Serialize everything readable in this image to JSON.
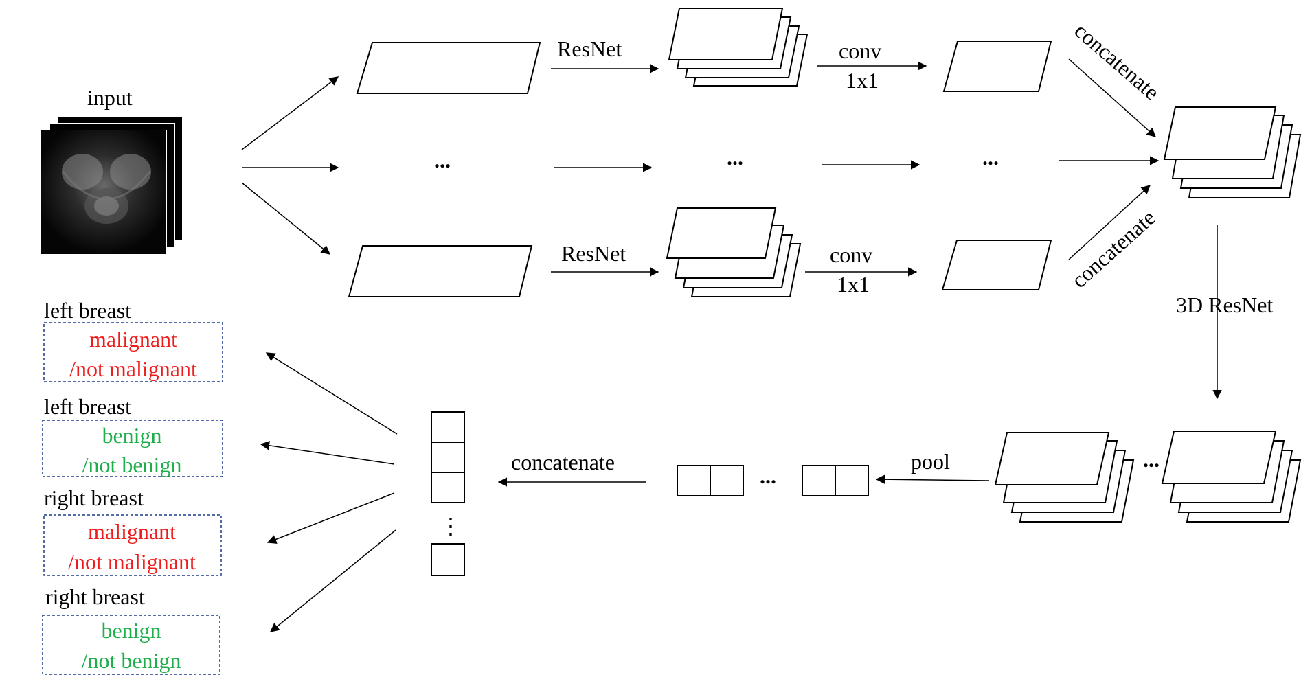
{
  "input_label": "input",
  "resnet_label_top": "ResNet",
  "resnet_label_bottom": "ResNet",
  "conv_label_top": "conv",
  "conv_sub_top": "1x1",
  "conv_label_bottom": "conv",
  "conv_sub_bottom": "1x1",
  "concat_label_top": "concatenate",
  "concat_label_bottom": "concatenate",
  "resnet3d_label": "3D ResNet",
  "pool_label": "pool",
  "concat_label_vec": "concatenate",
  "ellipsis": "...",
  "vertical_ellipsis": "⋮",
  "outputs": [
    {
      "side": "left breast",
      "line1": "malignant",
      "line2": "/not malignant",
      "color": "#ee1c1c"
    },
    {
      "side": "left breast",
      "line1": "benign",
      "line2": "/not benign",
      "color": "#1fae4b"
    },
    {
      "side": "right breast",
      "line1": "malignant",
      "line2": "/not malignant",
      "color": "#ee1c1c"
    },
    {
      "side": "right breast",
      "line1": "benign",
      "line2": "/not benign",
      "color": "#1fae4b"
    }
  ]
}
